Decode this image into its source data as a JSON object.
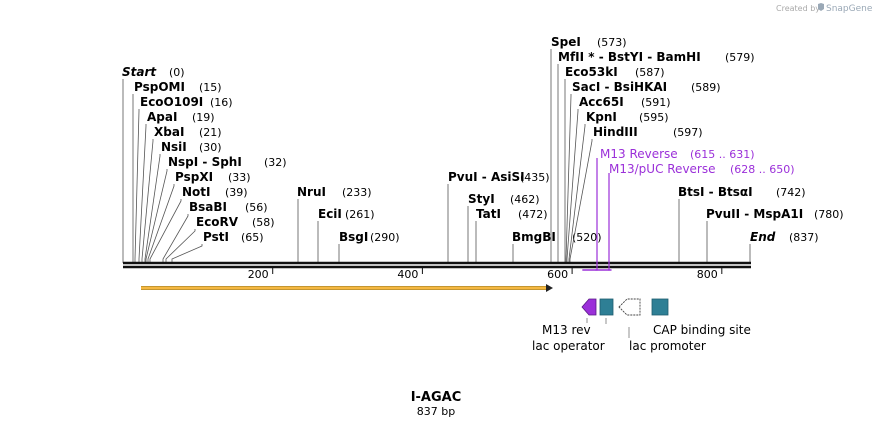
{
  "watermark": {
    "prefix": "Created by",
    "brand": "SnapGene"
  },
  "sequence": {
    "name": "I-AGAC",
    "length_label": "837 bp",
    "length": 837
  },
  "ruler": {
    "ticks": [
      "200",
      "400",
      "600",
      "800"
    ]
  },
  "sites": [
    {
      "name": "Start",
      "pos": "(0)",
      "italic": true
    },
    {
      "name": "PspOMI",
      "pos": "(15)"
    },
    {
      "name": "EcoO109I",
      "pos": "(16)"
    },
    {
      "name": "ApaI",
      "pos": "(19)"
    },
    {
      "name": "XbaI",
      "pos": "(21)"
    },
    {
      "name": "NsiI",
      "pos": "(30)"
    },
    {
      "name": "NspI - SphI",
      "pos": "(32)"
    },
    {
      "name": "PspXI",
      "pos": "(33)"
    },
    {
      "name": "NotI",
      "pos": "(39)"
    },
    {
      "name": "BsaBI",
      "pos": "(56)"
    },
    {
      "name": "EcoRV",
      "pos": "(58)"
    },
    {
      "name": "PstI",
      "pos": "(65)"
    },
    {
      "name": "NruI",
      "pos": "(233)"
    },
    {
      "name": "EciI",
      "pos": "(261)"
    },
    {
      "name": "BsgI",
      "pos": "(290)"
    },
    {
      "name": "PvuI - AsiSI",
      "pos": "(435)"
    },
    {
      "name": "StyI",
      "pos": "(462)"
    },
    {
      "name": "TatI",
      "pos": "(472)"
    },
    {
      "name": "BmgBI",
      "pos": "(520)"
    },
    {
      "name": "SpeI",
      "pos": "(573)"
    },
    {
      "name": "MfII * - BstYI - BamHI",
      "pos": "(579)"
    },
    {
      "name": "Eco53kI",
      "pos": "(587)"
    },
    {
      "name": "SacI - BsiHKAI",
      "pos": "(589)"
    },
    {
      "name": "Acc65I",
      "pos": "(591)"
    },
    {
      "name": "KpnI",
      "pos": "(595)"
    },
    {
      "name": "HindIII",
      "pos": "(597)"
    },
    {
      "name": "BtsI - BtsαI",
      "pos": "(742)"
    },
    {
      "name": "PvuII - MspA1I",
      "pos": "(780)"
    },
    {
      "name": "End",
      "pos": "(837)",
      "italic": true
    }
  ],
  "primers": [
    {
      "name": "M13 Reverse",
      "pos": "(615 .. 631)"
    },
    {
      "name": "M13/pUC Reverse",
      "pos": "(628 .. 650)"
    }
  ],
  "features": [
    {
      "name": "M13 rev",
      "color": "#9b30d9"
    },
    {
      "name": "lac operator",
      "color": "#2e7f95"
    },
    {
      "name": "lac promoter",
      "color": "#ffffff"
    },
    {
      "name": "CAP binding site",
      "color": "#2e7f95"
    }
  ],
  "orf_color": "#f5b841"
}
